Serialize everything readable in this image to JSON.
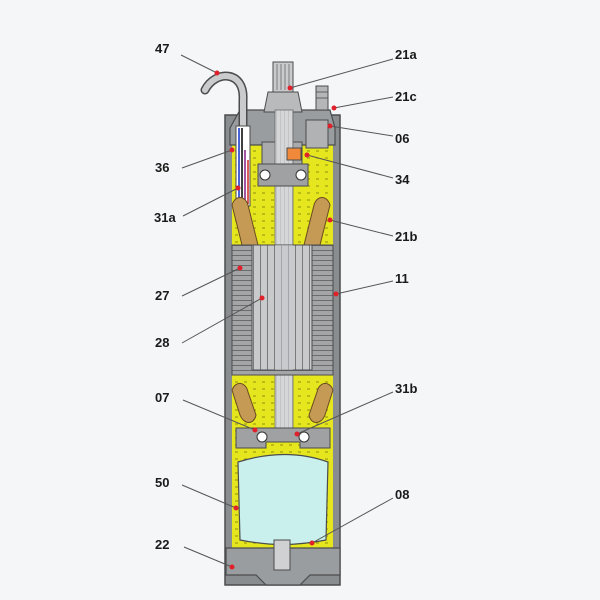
{
  "colors": {
    "background": "#f4f6f7",
    "casing": "#8a8d90",
    "oil": "#e6e61e",
    "stator": "#9c9ea0",
    "rotor": "#c5c7c9",
    "shaft": "#d3d5d6",
    "winding_head": "#c49a55",
    "membrane": "#c9f0ec",
    "leader": "#555555",
    "marker": "#e0202a"
  },
  "labels": {
    "l47": "47",
    "l36": "36",
    "l31a": "31a",
    "l27": "27",
    "l28": "28",
    "l07": "07",
    "l50": "50",
    "l22": "22",
    "l21a": "21a",
    "l21c": "21c",
    "l06": "06",
    "l34": "34",
    "l21b": "21b",
    "l11": "11",
    "l31b": "31b",
    "l08": "08"
  }
}
